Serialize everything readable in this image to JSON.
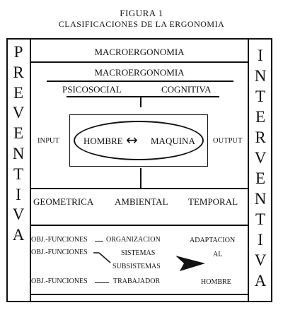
{
  "header": {
    "figure_label": "FIGURA 1",
    "title": "CLASIFICACIONES DE LA ERGONOMIA"
  },
  "side_left": {
    "letters": [
      "P",
      "R",
      "E",
      "V",
      "E",
      "N",
      "T",
      "I",
      "V",
      "A"
    ]
  },
  "side_right": {
    "letters": [
      "I",
      "N",
      "T",
      "E",
      "R",
      "V",
      "E",
      "N",
      "T",
      "I",
      "V",
      "A"
    ]
  },
  "top": {
    "macro1": "MACROERGONOMIA",
    "macro2": "MACROERGONOMIA",
    "psicosocial": "PSICOSOCIAL",
    "cognitiva": "COGNITIVA"
  },
  "center": {
    "input": "INPUT",
    "output": "OUTPUT",
    "hombre": "HOMBRE",
    "maquina": "MAQUINA",
    "arrow": "↔"
  },
  "factors": {
    "geometrica": "GEOMETRICA",
    "ambiental": "AMBIENTAL",
    "temporal": "TEMPORAL"
  },
  "bottom": {
    "obj1": "OBJ.-FUNCIONES",
    "obj2": "OBJ.-FUNCIONES",
    "obj3": "OBJ.-FUNCIONES",
    "organizacion": "ORGANIZACION",
    "sistemas": "SISTEMAS",
    "subsistemas": "SUBSISTEMAS",
    "trabajador": "TRABAJADOR",
    "adaptacion": "ADAPTACION",
    "al": "AL",
    "hombre": "HOMBRE"
  }
}
